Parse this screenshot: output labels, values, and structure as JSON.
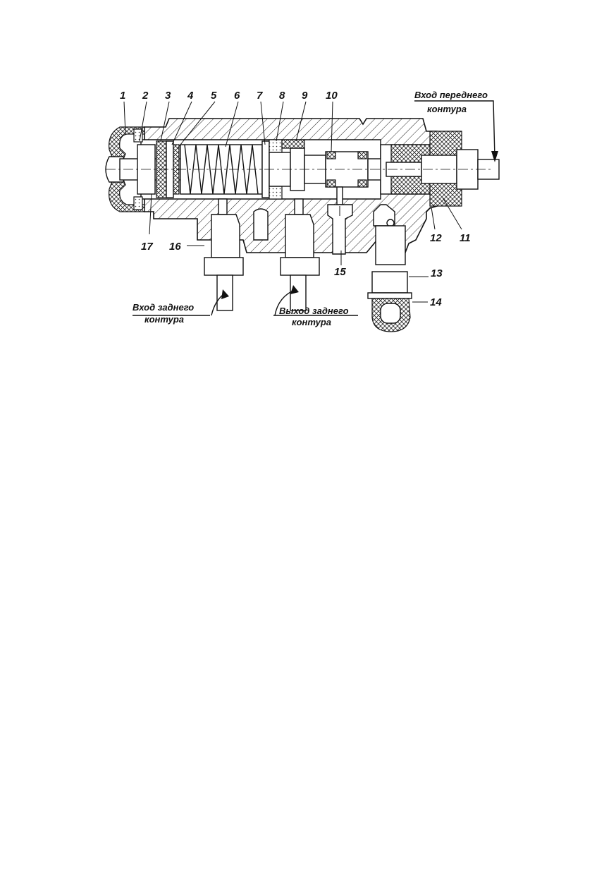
{
  "labels": {
    "callouts": [
      "1",
      "2",
      "3",
      "4",
      "5",
      "6",
      "7",
      "8",
      "9",
      "10",
      "11",
      "12",
      "13",
      "14",
      "15",
      "16",
      "17"
    ],
    "front_inlet_line1": "Вход переднего",
    "front_inlet_line2": "контура",
    "rear_inlet_line1": "Вход заднего",
    "rear_inlet_line2": "контура",
    "rear_outlet_line1": "Выход заднего",
    "rear_outlet_line2": "контура"
  }
}
